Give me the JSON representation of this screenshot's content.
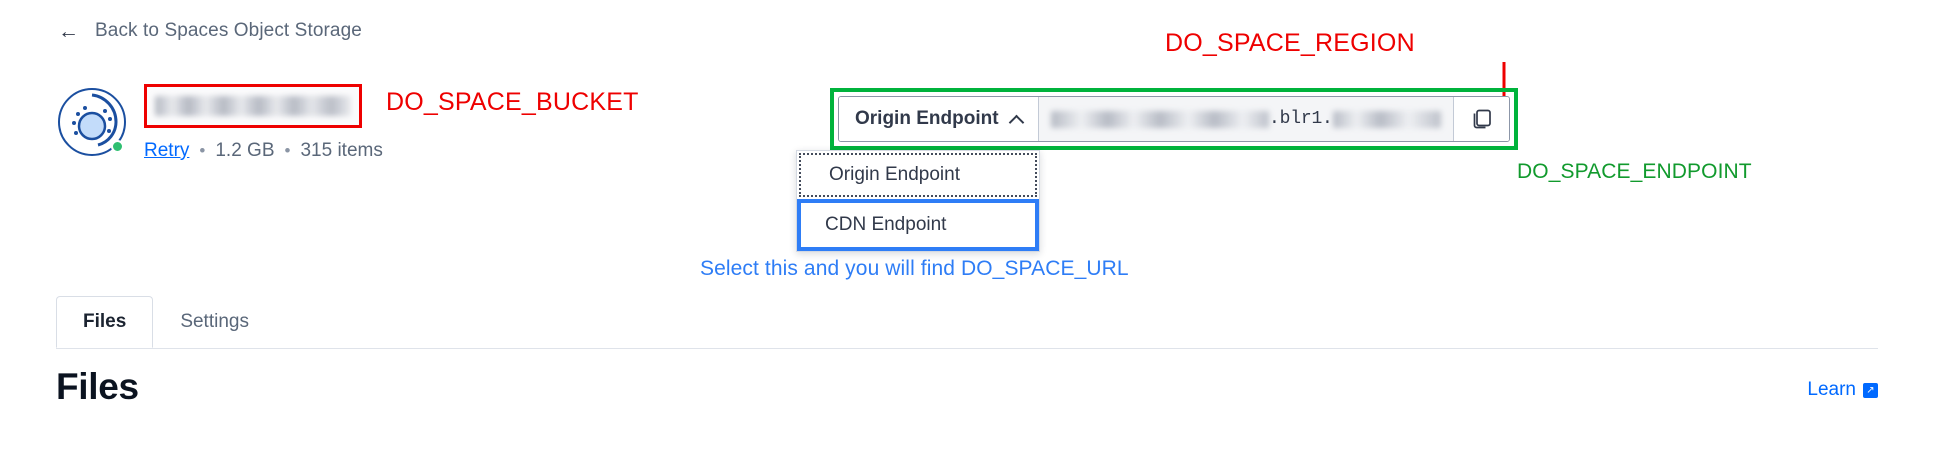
{
  "back_nav": {
    "icon": "arrow-left-icon",
    "label": "Back to Spaces Object Storage"
  },
  "bucket": {
    "logo_icon": "digitalocean-spaces-icon",
    "status": "online",
    "name_redacted": true,
    "name_placeholder": "",
    "retry_label": "Retry",
    "separator": "•",
    "size": "1.2 GB",
    "item_count": "315 items"
  },
  "endpoint": {
    "selected_option": "Origin Endpoint",
    "caret_icon": "chevron-up-icon",
    "url_visible_fragment": ".blr1.",
    "url_redacted": true,
    "copy_icon": "copy-icon",
    "options": [
      {
        "label": "Origin Endpoint",
        "highlight": "dotted"
      },
      {
        "label": "CDN Endpoint",
        "highlight": "solid-blue"
      }
    ]
  },
  "annotations": {
    "bucket": {
      "text": "DO_SPACE_BUCKET",
      "color": "#ee0000"
    },
    "region": {
      "text": "DO_SPACE_REGION",
      "color": "#ee0000"
    },
    "endpoint": {
      "text": "DO_SPACE_ENDPOINT",
      "color": "#119a2d"
    },
    "select_hint": {
      "text": "Select this and you will find DO_SPACE_URL",
      "color": "#2e7df6"
    }
  },
  "tabs": [
    {
      "label": "Files",
      "active": true
    },
    {
      "label": "Settings",
      "active": false
    }
  ],
  "main": {
    "heading": "Files",
    "learn_label": "Learn",
    "learn_icon": "external-link-icon"
  },
  "colors": {
    "accent_blue": "#0069ff",
    "annotation_red": "#ee0000",
    "annotation_green": "#119a2d",
    "annotation_blue": "#2e7df6",
    "status_green": "#2fbf71",
    "text_dark": "#31394a",
    "text_muted": "#5a6779"
  }
}
